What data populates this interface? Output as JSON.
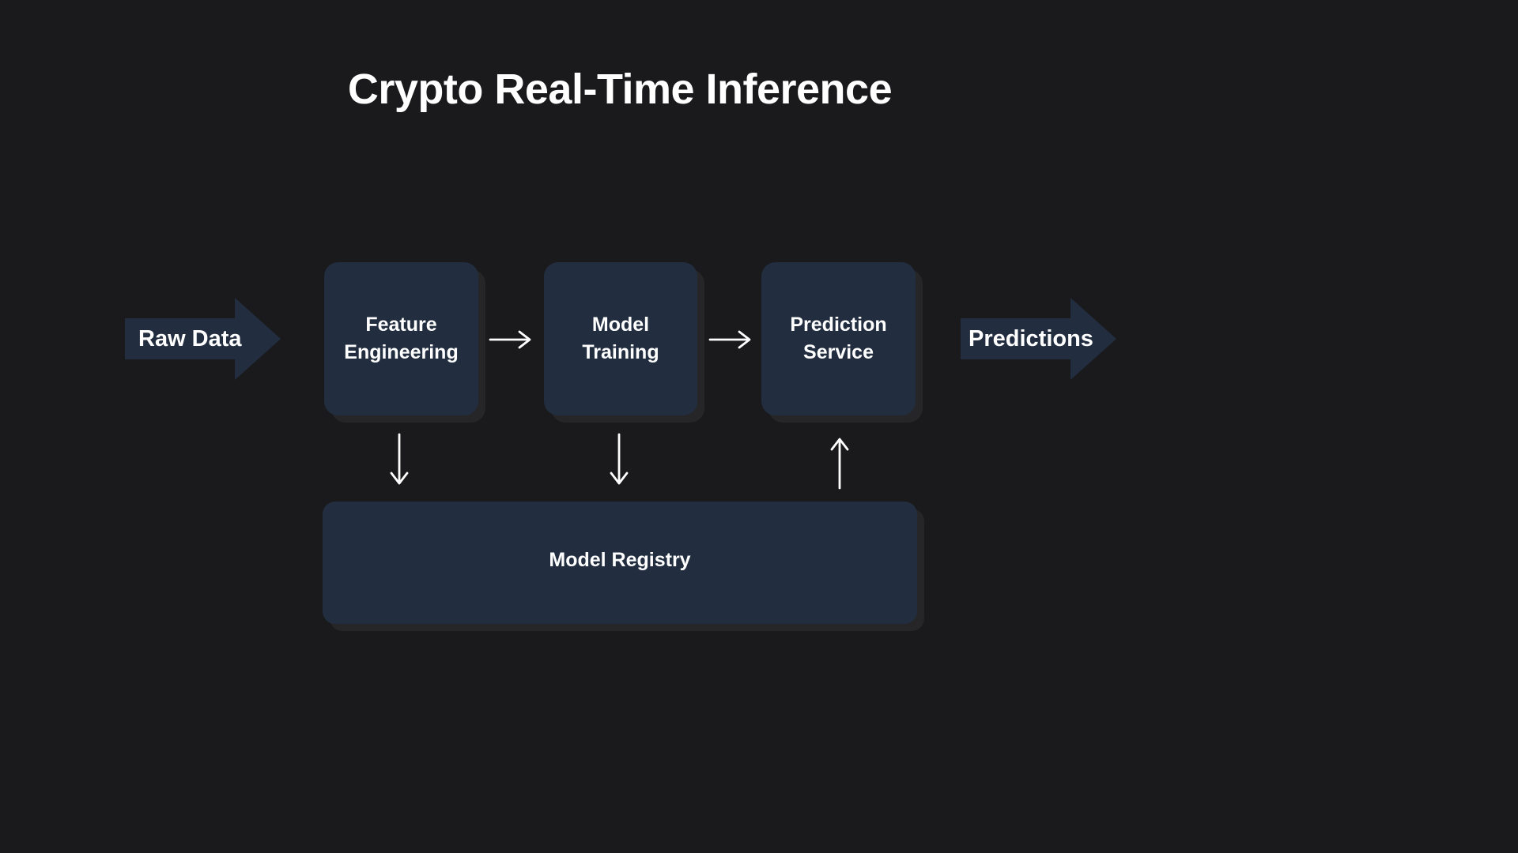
{
  "page": {
    "title": "Crypto Real-Time Inference",
    "background_color": "#1a1a1c",
    "node_fill_color": "#222e40",
    "text_color": "#ffffff",
    "connector_color": "#ffffff"
  },
  "inputs": {
    "raw_data": {
      "label": "Raw Data",
      "shape": "block-arrow-right"
    }
  },
  "outputs": {
    "predictions": {
      "label": "Predictions",
      "shape": "block-arrow-right"
    }
  },
  "pipeline": {
    "nodes": [
      {
        "id": "feature-engineering",
        "label": "Feature\nEngineering"
      },
      {
        "id": "model-training",
        "label": "Model\nTraining"
      },
      {
        "id": "prediction-service",
        "label": "Prediction\nService"
      }
    ]
  },
  "registry": {
    "label": "Model Registry"
  },
  "connectors": [
    {
      "id": "fe-mt",
      "from": "feature-engineering",
      "to": "model-training",
      "direction": "right"
    },
    {
      "id": "mt-ps",
      "from": "model-training",
      "to": "prediction-service",
      "direction": "right"
    },
    {
      "id": "fe-registry",
      "from": "feature-engineering",
      "to": "model-registry",
      "direction": "down"
    },
    {
      "id": "mt-registry",
      "from": "model-training",
      "to": "model-registry",
      "direction": "down"
    },
    {
      "id": "registry-ps",
      "from": "model-registry",
      "to": "prediction-service",
      "direction": "up"
    }
  ]
}
